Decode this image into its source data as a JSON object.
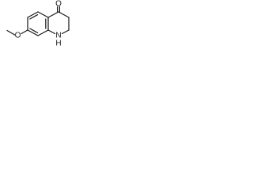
{
  "molecule": {
    "atom_labels": {
      "carbonyl_oxygen": "O",
      "ether_oxygen": "O",
      "amine_nitrogen": "N",
      "amine_hydrogen": "H"
    },
    "colors": {
      "bond": "#1a1a1a",
      "label": "#1a1a1a",
      "background": "#ffffff"
    }
  }
}
